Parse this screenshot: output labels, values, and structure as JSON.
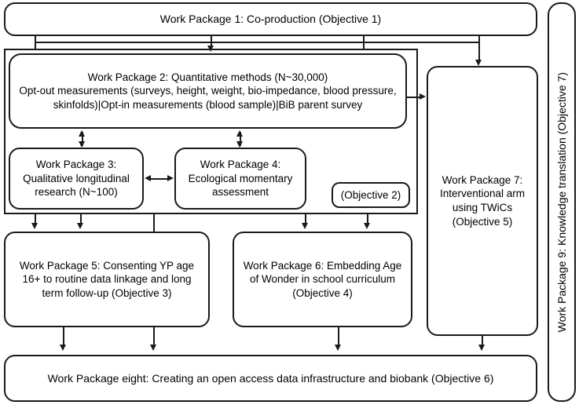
{
  "diagram": {
    "title": "Age of Wonder work package structure",
    "stroke_color": "#1a1a1a",
    "background_color": "#ffffff"
  },
  "nodes": {
    "wp1": {
      "label": "Work Package 1: Co-production (Objective 1)"
    },
    "wp2": {
      "line1": "Work Package 2: Quantitative methods (N~30,000)",
      "line2": "Opt-out measurements (surveys, height, weight, bio-impedance, blood pressure, skinfolds)|Opt-in measurements (blood sample)|BiB parent survey"
    },
    "wp3": {
      "label": "Work Package 3: Qualitative longitudinal research (N~100)"
    },
    "wp4": {
      "label": "Work Package 4: Ecological momentary assessment"
    },
    "objective2": {
      "label": "(Objective 2)"
    },
    "wp5": {
      "label": "Work Package 5: Consenting YP age 16+ to routine data linkage and long term follow-up (Objective 3)"
    },
    "wp6": {
      "label": "Work Package 6: Embedding Age of Wonder in school curriculum (Objective 4)"
    },
    "wp7": {
      "label": "Work Package 7: Interventional arm using TWiCs (Objective 5)"
    },
    "wp8": {
      "label": "Work Package eight: Creating an open access data infrastructure and biobank (Objective 6)"
    },
    "wp9": {
      "label": "Work Package 9:  Knowledge translation (Objective 7)"
    }
  },
  "connectors": [
    {
      "name": "wp1-to-group-left",
      "type": "line-down"
    },
    {
      "name": "wp1-to-wp2",
      "type": "arrow-down"
    },
    {
      "name": "wp1-to-group-right",
      "type": "line-down"
    },
    {
      "name": "wp1-to-wp7",
      "type": "arrow-down"
    },
    {
      "name": "wp2-to-wp3",
      "type": "arrow-double-vertical"
    },
    {
      "name": "wp2-to-wp4",
      "type": "arrow-double-vertical"
    },
    {
      "name": "wp3-to-wp4",
      "type": "arrow-double-horizontal"
    },
    {
      "name": "wp2-to-wp7",
      "type": "arrow-right"
    },
    {
      "name": "group-to-wp5-a",
      "type": "arrow-down"
    },
    {
      "name": "group-to-wp5-b",
      "type": "arrow-down"
    },
    {
      "name": "group-to-wp6-a",
      "type": "arrow-down"
    },
    {
      "name": "group-to-wp6-b",
      "type": "arrow-down"
    },
    {
      "name": "wp5-to-wp8",
      "type": "arrow-down"
    },
    {
      "name": "group-to-wp8",
      "type": "arrow-down"
    },
    {
      "name": "wp6-to-wp8",
      "type": "arrow-down"
    },
    {
      "name": "wp7-to-wp8",
      "type": "arrow-down"
    }
  ]
}
